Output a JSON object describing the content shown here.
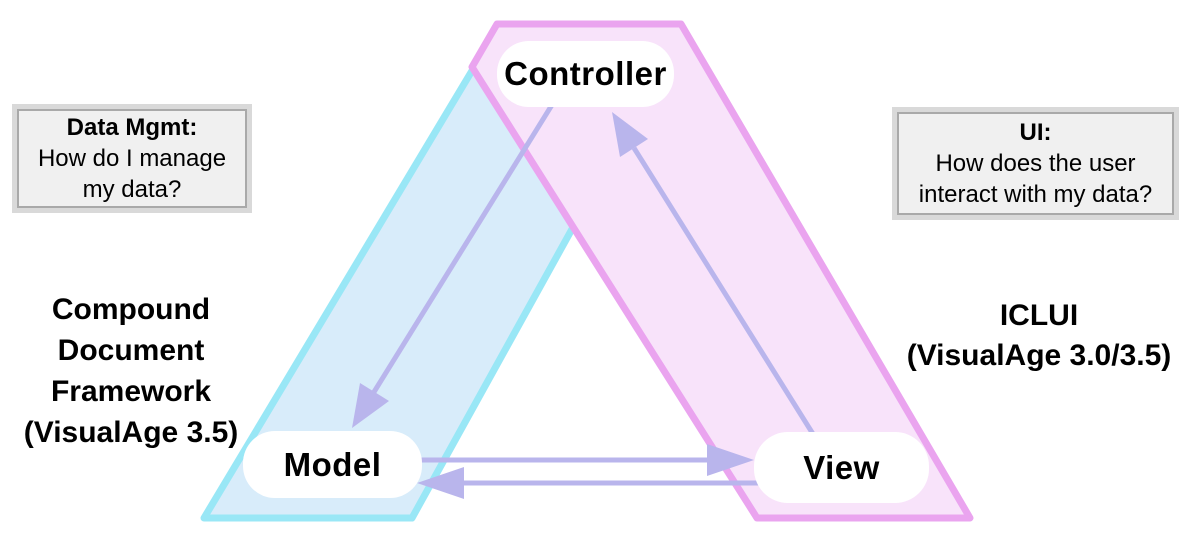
{
  "nodes": {
    "controller": "Controller",
    "model": "Model",
    "view": "View"
  },
  "notes": {
    "data_mgmt": {
      "title": "Data Mgmt:",
      "line1": "How do I manage",
      "line2": "my data?"
    },
    "ui": {
      "title": "UI:",
      "line1": "How does the user",
      "line2": "interact with my data?"
    }
  },
  "side_labels": {
    "left": {
      "line1": "Compound",
      "line2": "Document",
      "line3": "Framework",
      "line4": "(VisualAge 3.5)"
    },
    "right": {
      "line1": "ICLUI",
      "line2": "(VisualAge 3.0/3.5)"
    }
  },
  "colors": {
    "blue_band_fill": "#d8ecfa",
    "blue_band_stroke": "#99e7f6",
    "pink_band_fill": "#f8e3fa",
    "pink_band_stroke": "#eaa4ef",
    "arrow": "#b9b5ec"
  }
}
